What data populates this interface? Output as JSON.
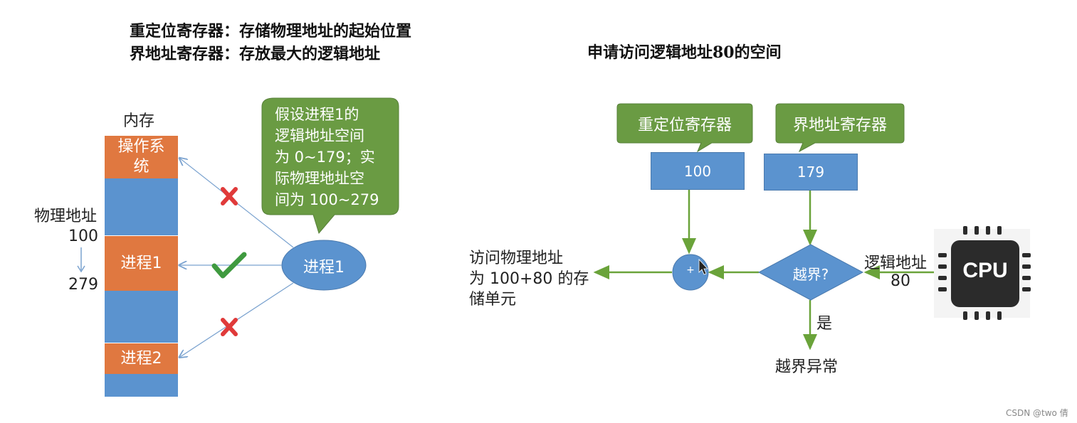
{
  "notes": {
    "line1": "重定位寄存器：存储物理地址的起始位置",
    "line2": "界地址寄存器：存放最大的逻辑地址",
    "right_title": "申请访问逻辑地址80的空间"
  },
  "memory": {
    "title": "内存",
    "os_label": "操作系统",
    "p1_label": "进程1",
    "p2_label": "进程2",
    "phys_label": "物理地址",
    "start": "100",
    "end": "279"
  },
  "bubble": {
    "lines": [
      "假设进程1的",
      "逻辑地址空间",
      "为 0~179；实",
      "际物理地址空",
      "间为 100~279"
    ]
  },
  "process": {
    "label": "进程1"
  },
  "registers": {
    "reloc_label": "重定位寄存器",
    "limit_label": "界地址寄存器",
    "reloc_value": "100",
    "limit_value": "179"
  },
  "flow": {
    "adder_symbol": "+",
    "check_label": "越界?",
    "yes_label": "是",
    "exception_label": "越界异常",
    "logical_label": "逻辑地址",
    "logical_value": "80",
    "result_lines": [
      "访问物理地址",
      "为 100+80 的存",
      "储单元"
    ],
    "cpu_label": "CPU"
  },
  "colors": {
    "blue": "#5b93cf",
    "orange": "#e07840",
    "green": "#6a9b43",
    "arrow_green": "#6aa33a",
    "red_x": "#e03a3a"
  },
  "watermark": "CSDN @two 倩"
}
